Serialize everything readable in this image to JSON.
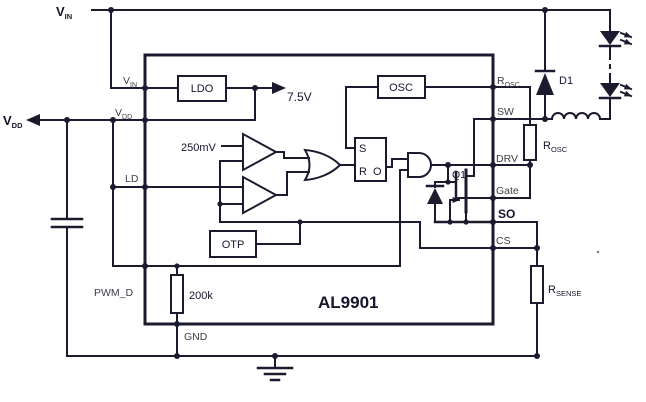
{
  "colors": {
    "ink": "#1b1b30",
    "pin_label": "#3d3d46",
    "background": "#ffffff"
  },
  "ic": {
    "part_number": "AL9901",
    "pins": {
      "vin": {
        "main": "V",
        "sub": "IN"
      },
      "vdd": {
        "main": "V",
        "sub": "DD"
      },
      "ld": "LD",
      "pwm_d": "PWM_D",
      "gnd": "GND",
      "rosc": {
        "main": "R",
        "sub": "OSC"
      },
      "sw": "SW",
      "drv": "DRV",
      "gate": "Gate",
      "so": "SO",
      "cs": "CS"
    },
    "blocks": {
      "ldo": "LDO",
      "osc": "OSC",
      "otp": "OTP",
      "latch": {
        "set": "S",
        "reset": "R",
        "out": "O"
      },
      "pulldown_value": "200k"
    },
    "internal_labels": {
      "reference": "250mV",
      "regulator_output": "7.5V",
      "mosfet": "Q1"
    }
  },
  "external": {
    "supply_label": {
      "main": "V",
      "sub": "IN"
    },
    "vdd_label": {
      "main": "V",
      "sub": "DD"
    },
    "freewheel_diode": "D1",
    "rosc_resistor": {
      "main": "R",
      "sub": "OSC"
    },
    "sense_resistor": {
      "main": "R",
      "sub": "SENSE"
    }
  }
}
